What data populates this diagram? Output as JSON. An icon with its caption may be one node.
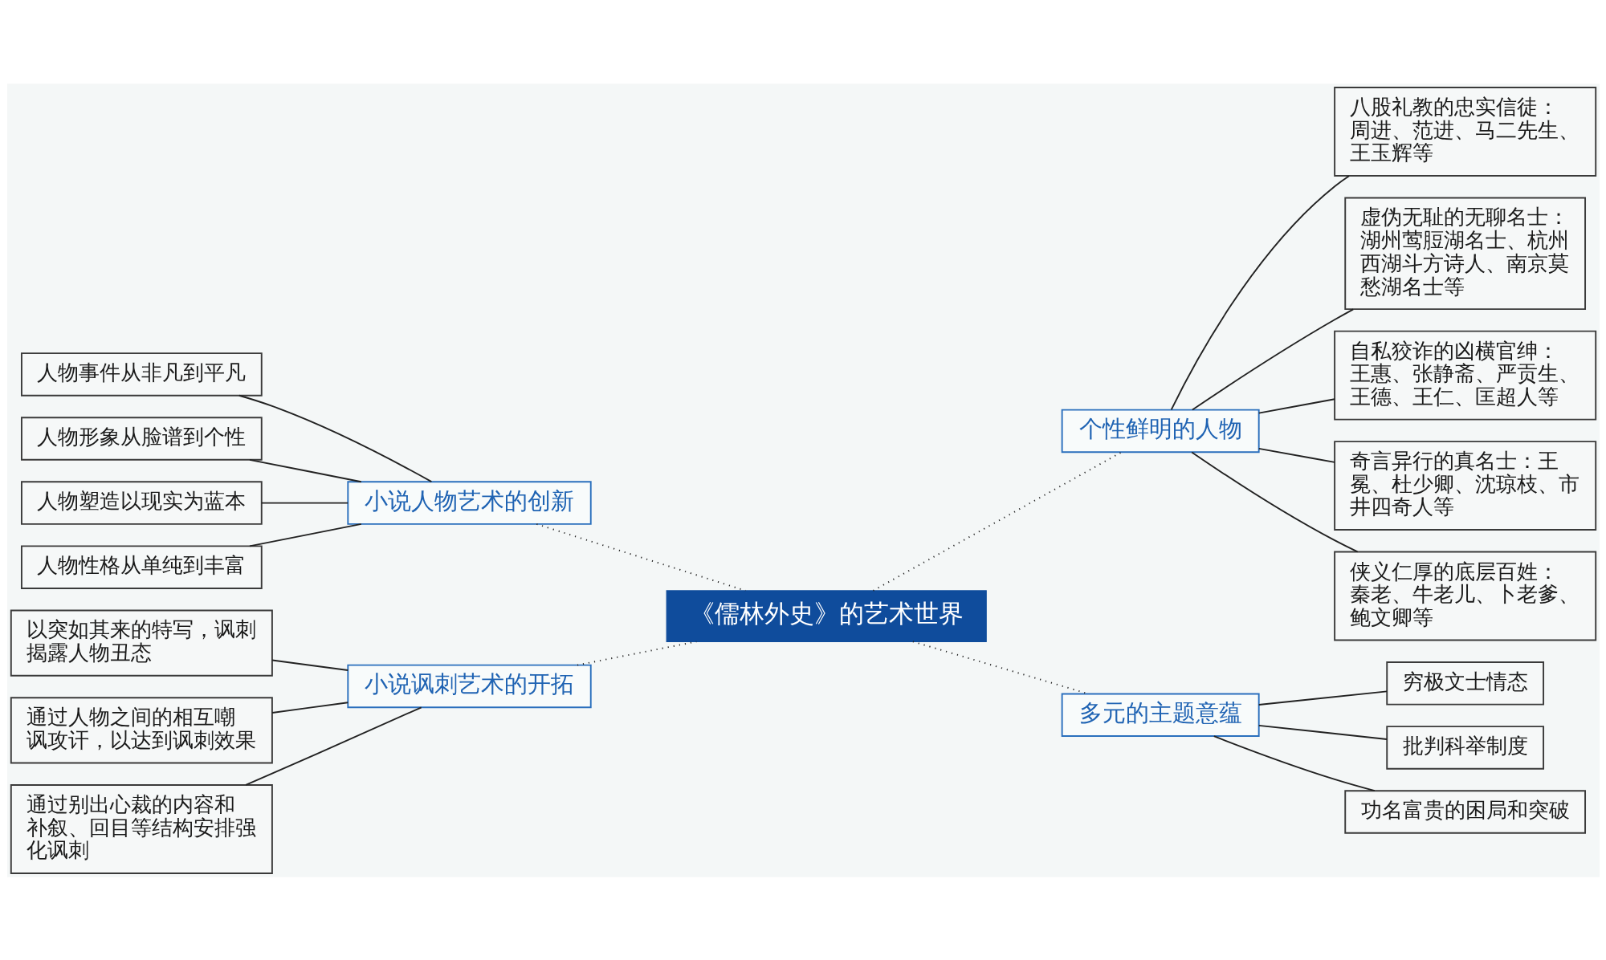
{
  "diagram": {
    "nodes": [
      {
        "text": [
          "《儒林外史》的艺术世界"
        ]
      },
      {
        "text": [
          "小说人物艺术的创新"
        ]
      },
      {
        "text": [
          "人物事件从非凡到平凡"
        ]
      },
      {
        "text": [
          "人物形象从脸谱到个性"
        ]
      },
      {
        "text": [
          "人物塑造以现实为蓝本"
        ]
      },
      {
        "text": [
          "人物性格从单纯到丰富"
        ]
      },
      {
        "text": [
          "小说讽刺艺术的开拓"
        ]
      },
      {
        "text": [
          "以突如其来的特写，讽刺揭露人物丑态"
        ]
      },
      {
        "text": [
          "通过人物之间的相互嘲讽攻讦，以达到讽刺效果"
        ]
      },
      {
        "text": [
          "通过别出心裁的内容和补叙、回目等结构安排强化讽刺"
        ]
      },
      {
        "text": [
          "个性鲜明的人物"
        ]
      },
      {
        "text": [
          "八股礼教的忠实信徒：周进、范进、马二先生、王玉辉等"
        ]
      },
      {
        "text": [
          "虚伪无耻的无聊名士：湖州莺脰湖名士、杭州西湖斗方诗人、南京莫愁湖名士等"
        ]
      },
      {
        "text": [
          "自私狡诈的凶横官绅：王惠、张静斋、严贡生、王德、王仁、匡超人等"
        ]
      },
      {
        "text": [
          "奇言异行的真名士：王冕、杜少卿、沈琼枝、市井四奇人等"
        ]
      },
      {
        "text": [
          "侠义仁厚的底层百姓：秦老、牛老儿、卜老爹、鲍文卿等"
        ]
      },
      {
        "text": [
          "多元的主题意蕴"
        ]
      },
      {
        "text": [
          "穷极文士情态"
        ]
      },
      {
        "text": [
          "批判科举制度"
        ]
      },
      {
        "text": [
          "功名富贵的困局和突破"
        ]
      }
    ],
    "edges": [
      {
        "from": 1,
        "to": 0,
        "arrow": "none",
        "style": "dashed"
      },
      {
        "from": 2,
        "to": 1,
        "arrow": "none"
      },
      {
        "from": 3,
        "to": 1,
        "arrow": "none"
      },
      {
        "from": 4,
        "to": 1,
        "arrow": "none"
      },
      {
        "from": 5,
        "to": 1,
        "arrow": "none"
      },
      {
        "from": 6,
        "to": 0,
        "arrow": "none",
        "style": "dashed"
      },
      {
        "from": 7,
        "to": 6,
        "arrow": "none"
      },
      {
        "from": 8,
        "to": 6,
        "arrow": "none"
      },
      {
        "from": 9,
        "to": 6,
        "arrow": "none"
      },
      {
        "from": 0,
        "to": 10,
        "arrow": "none",
        "style": "dashed"
      },
      {
        "from": 10,
        "to": 11,
        "arrow": "none"
      },
      {
        "from": 10,
        "to": 12,
        "arrow": "none"
      },
      {
        "from": 10,
        "to": 13,
        "arrow": "none"
      },
      {
        "from": 10,
        "to": 14,
        "arrow": "none"
      },
      {
        "from": 10,
        "to": 15,
        "arrow": "none"
      },
      {
        "from": 0,
        "to": 16,
        "arrow": "none",
        "style": "dashed"
      },
      {
        "from": 16,
        "to": 17,
        "arrow": "none"
      },
      {
        "from": 16,
        "to": 18,
        "arrow": "none"
      },
      {
        "from": 16,
        "to": 19,
        "arrow": "none"
      }
    ]
  }
}
